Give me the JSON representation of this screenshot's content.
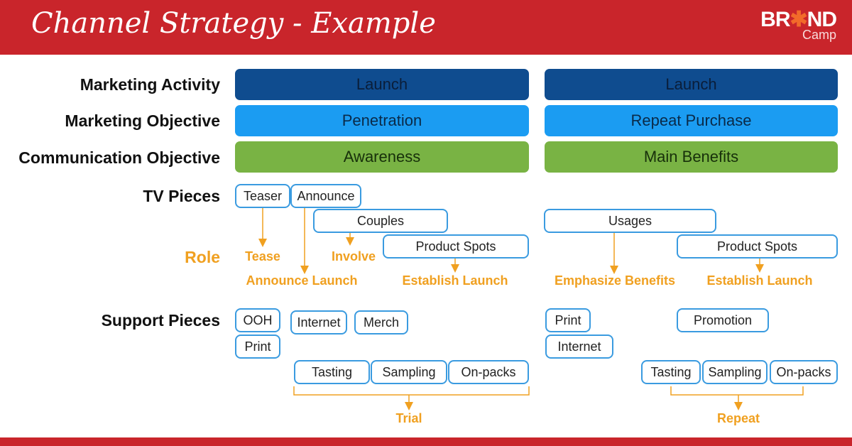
{
  "header": {
    "title": "Channel Strategy - Example",
    "logo_text": "BRAND Camp"
  },
  "rows": {
    "activity": "Marketing Activity",
    "objective": "Marketing Objective",
    "communication": "Communication Objective",
    "tv": "TV Pieces",
    "role": "Role",
    "support": "Support Pieces"
  },
  "left": {
    "activity": "Launch",
    "objective": "Penetration",
    "communication": "Awareness",
    "tv": [
      "Teaser",
      "Announce",
      "Couples",
      "Product Spots"
    ],
    "roles": [
      "Tease",
      "Announce Launch",
      "Involve",
      "Establish Launch"
    ],
    "support": [
      "OOH",
      "Print",
      "Internet",
      "Merch",
      "Tasting",
      "Sampling",
      "On-packs"
    ],
    "support_result": "Trial"
  },
  "right": {
    "activity": "Launch",
    "objective": "Repeat Purchase",
    "communication": "Main Benefits",
    "tv": [
      "Usages",
      "Product Spots"
    ],
    "roles": [
      "Emphasize Benefits",
      "Establish Launch"
    ],
    "support": [
      "Print",
      "Internet",
      "Promotion",
      "Tasting",
      "Sampling",
      "On-packs"
    ],
    "support_result": "Repeat"
  },
  "colors": {
    "header": "#c9252b",
    "activity": "#0f4c8f",
    "objective": "#1b9cf2",
    "communication": "#79b344",
    "role": "#f0a020",
    "box_border": "#3a9be0"
  }
}
